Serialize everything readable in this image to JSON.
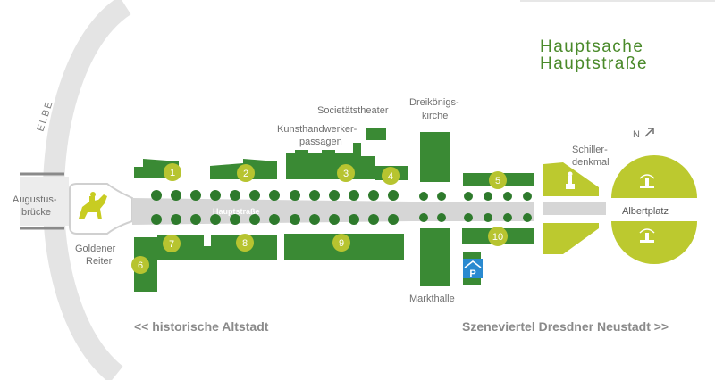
{
  "brand": {
    "line1": "Hauptsache",
    "line2": "Hauptstraße"
  },
  "river": {
    "label": "ELBE"
  },
  "north": {
    "label": "N"
  },
  "labels": {
    "augustusbruecke_1": "Augustus-",
    "augustusbruecke_2": "brücke",
    "goldener_reiter_1": "Goldener",
    "goldener_reiter_2": "Reiter",
    "street": "Hauptstraße",
    "kunsthandwerker_1": "Kunsthandwerker-",
    "kunsthandwerker_2": "passagen",
    "societaetstheater": "Societätstheater",
    "dreikoenigs_1": "Dreikönigs-",
    "dreikoenigs_2": "kirche",
    "markthalle": "Markthalle",
    "schiller_1": "Schiller-",
    "schiller_2": "denkmal",
    "albertplatz": "Albertplatz"
  },
  "nav": {
    "left": "<< historische Altstadt",
    "right": "Szeneviertel Dresdner Neustadt >>"
  },
  "markers": [
    "1",
    "2",
    "3",
    "4",
    "5",
    "6",
    "7",
    "8",
    "9",
    "10"
  ],
  "parking": {
    "label": "P"
  },
  "colors": {
    "block": "#3a8a34",
    "tree": "#2e7a2c",
    "marker": "#b7c430",
    "lime": "#bcc92f",
    "street": "#d6d6d6",
    "arc": "#e4e4e4",
    "text": "#6f6f6f",
    "brand": "#4a8a2a",
    "parking": "#2a8ad0"
  }
}
